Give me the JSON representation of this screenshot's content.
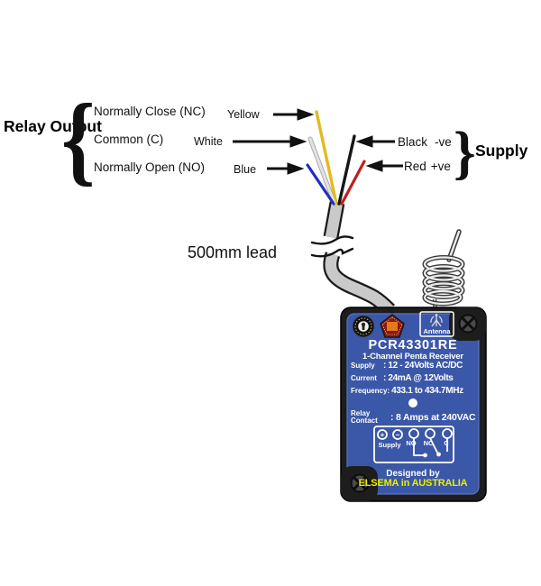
{
  "relay_output": {
    "title": "Relay Output",
    "rows": [
      {
        "contact": "Normally Close (NC)",
        "wire": "Yellow",
        "color": "#e3bb1e"
      },
      {
        "contact": "Common (C)",
        "wire": "White",
        "color": "#e2e2e2"
      },
      {
        "contact": "Normally Open (NO)",
        "wire": "Blue",
        "color": "#2130c0"
      }
    ]
  },
  "supply": {
    "title": "Supply",
    "wires": [
      {
        "name": "Black",
        "polarity": "-ve",
        "color": "#161616"
      },
      {
        "name": "Red",
        "polarity": "+ve",
        "color": "#c21d1d"
      }
    ]
  },
  "cable": {
    "label": "500mm lead"
  },
  "device": {
    "model": "PCR43301RE",
    "subtitle": "1-Channel Penta Receiver",
    "antenna_label": "Antenna",
    "specs": [
      {
        "label": "Supply",
        "value": ": 12 - 24Volts AC/DC"
      },
      {
        "label": "Current",
        "value": ": 24mA @ 12Volts"
      },
      {
        "label": "Frequency:",
        "value": "433.1 to 434.7MHz"
      }
    ],
    "relay_contact": {
      "label": "Relay Contact",
      "value": ": 8 Amps at 240VAC"
    },
    "terminal_block": {
      "plus": "+",
      "minus": "−",
      "supply_label": "Supply",
      "no": "NO",
      "nc": "NC",
      "c": "C"
    },
    "footer": {
      "line1": "Designed by",
      "line2": "ELSEMA in AUSTRALIA"
    },
    "colors": {
      "panel_blue": "#3b57a8",
      "body_black": "#1d1d1d",
      "accent_yellow": "#ecec00"
    }
  }
}
